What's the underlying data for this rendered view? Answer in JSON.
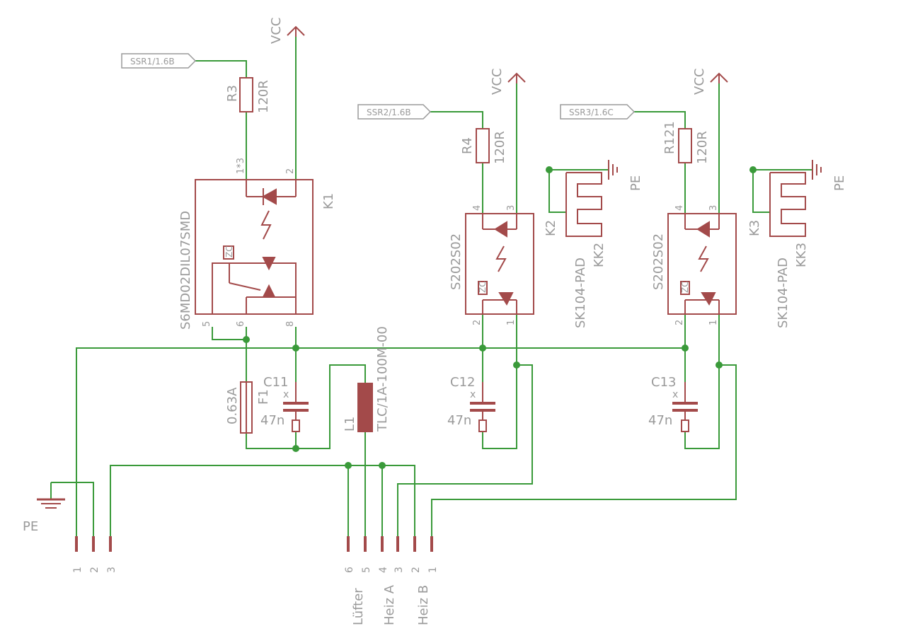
{
  "labels": {
    "vcc": "VCC",
    "pe": "PE",
    "ssr1": "SSR1/1.6B",
    "ssr2": "SSR2/1.6B",
    "ssr3": "SSR3/1.6C",
    "r3": "R3",
    "r3_val": "120R",
    "r4": "R4",
    "r4_val": "120R",
    "r121": "R121",
    "r121_val": "120R",
    "k1": "K1",
    "k1_part": "S6MD02DIL07SMD",
    "s202_a": "S202S02",
    "s202_b": "S202S02",
    "k2": "K2",
    "k3": "K3",
    "kk2": "KK2",
    "kk3": "KK3",
    "sk104_a": "SK104-PAD",
    "sk104_b": "SK104-PAD",
    "c11": "C11",
    "c12": "C12",
    "c13": "C13",
    "cap_val_1": "47n",
    "cap_val_2": "47n",
    "cap_val_3": "47n",
    "f1": "F1",
    "f1_val": "0.63A",
    "l1": "L1",
    "l1_val": "TLC/1A-100M-00",
    "zc": "ZC",
    "cap_x": "x",
    "luefter": "Lüfter",
    "heiz_a": "Heiz A",
    "heiz_b": "Heiz B"
  },
  "pins": {
    "k1": [
      "1*3",
      "2",
      "5",
      "6",
      "8"
    ],
    "ssr": [
      "4",
      "3",
      "2",
      "1"
    ],
    "conn_left": [
      "1",
      "2",
      "3"
    ],
    "conn_right": [
      "6",
      "5",
      "4",
      "3",
      "2",
      "1"
    ]
  },
  "colors": {
    "wire": "#3a9a3a",
    "part": "#a34a4a",
    "text": "#9a9a9a",
    "background": "#ffffff"
  }
}
